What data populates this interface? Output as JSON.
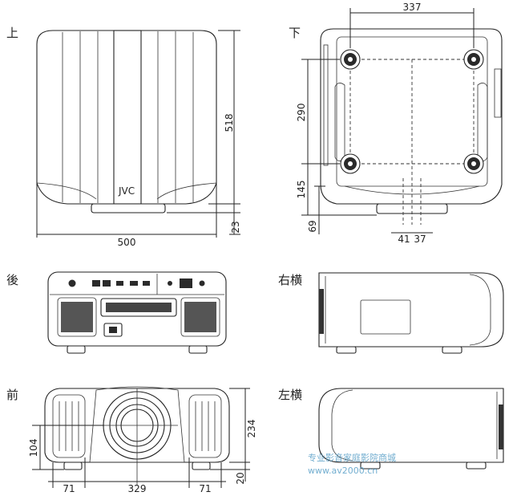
{
  "views": {
    "top": "上",
    "bottom": "下",
    "rear": "後",
    "right": "右横",
    "front": "前",
    "left": "左横"
  },
  "dimensions": {
    "top_width": "500",
    "top_depth": "518",
    "top_foot": "23",
    "bottom_foot_span": "337",
    "bottom_foot_depth": "290",
    "bottom_front_offset": "145",
    "bottom_edge": "69",
    "bottom_center_left": "41",
    "bottom_center_right": "37",
    "front_left": "71",
    "front_center": "329",
    "front_right": "71",
    "front_height": "234",
    "front_lens_height": "104",
    "front_foot": "20"
  },
  "logo_text": "JVC",
  "watermark": {
    "line1": "专业影音家庭影院商城",
    "line2": "www.av2000.cn"
  }
}
